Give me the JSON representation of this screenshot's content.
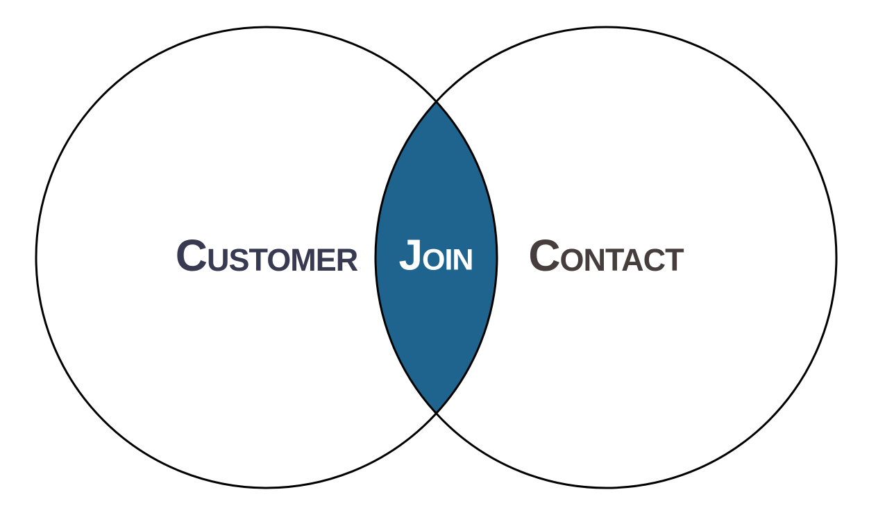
{
  "venn": {
    "left_set": {
      "label": "Customer",
      "text_color": "#383a52"
    },
    "right_set": {
      "label": "Contact",
      "text_color": "#463d3d"
    },
    "intersection": {
      "label": "Join",
      "fill_color": "#1f648e",
      "text_color": "#ffffff"
    },
    "outline_color": "#000000",
    "background_color": "#ffffff"
  }
}
